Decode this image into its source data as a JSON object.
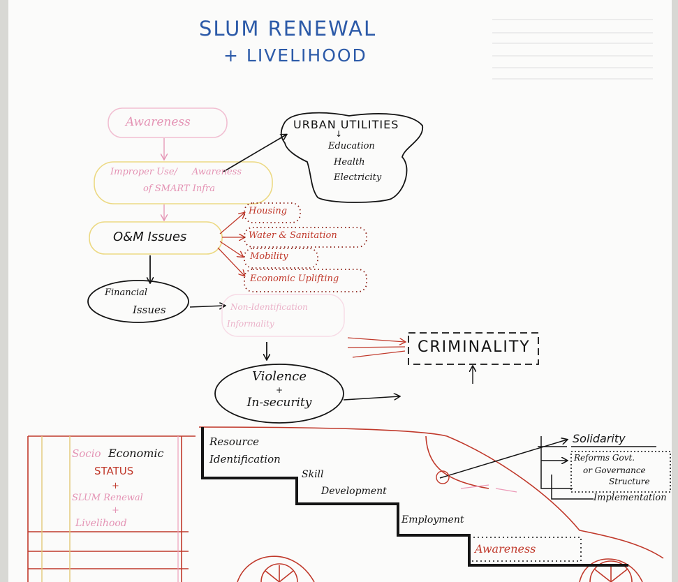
{
  "title": {
    "line1": "SLUM RENEWAL",
    "line2": "+ LIVELIHOOD"
  },
  "corner_table": {
    "rows": [
      "",
      "",
      "",
      "",
      "",
      ""
    ]
  },
  "nodes": {
    "awareness_top": "Awareness",
    "improper_use": [
      "Improper Use/",
      "Awareness",
      "of SMART Infra"
    ],
    "om_issues": "O&M Issues",
    "financial_issues": [
      "Financial",
      "Issues"
    ],
    "urban_utilities": {
      "title": "URBAN UTILITIES",
      "arrow": "↓",
      "items": [
        "Education",
        "Health",
        "Electricity"
      ]
    },
    "om_branches": [
      "Housing",
      "Water & Sanitation",
      "Mobility",
      "Economic Uplifting"
    ],
    "non_identification": [
      "Non-Identification",
      "Informality"
    ],
    "criminality": "CRIMINALITY",
    "violence": [
      "Violence",
      "+",
      "In-security"
    ],
    "faded_right": [
      "",
      ""
    ]
  },
  "bottom_left": {
    "lines": [
      {
        "text": "Socio",
        "color": "#e493b4"
      },
      {
        "text": "Economic",
        "color": "#141414"
      },
      {
        "text": "STATUS",
        "color": "#c0392b"
      },
      {
        "text": "+",
        "color": "#c0392b"
      },
      {
        "text": "SLUM Renewal",
        "color": "#e493b4"
      },
      {
        "text": "+",
        "color": "#e493b4"
      },
      {
        "text": "Livelihood",
        "color": "#e493b4"
      }
    ]
  },
  "staircase": {
    "steps": [
      "Resource",
      "Identification",
      "Skill",
      "Development",
      "Employment",
      "Awareness"
    ]
  },
  "right_branch": {
    "items": [
      "Solidarity",
      "Reforms Govt.",
      "or Governance",
      "Structure",
      "Implementation"
    ]
  }
}
